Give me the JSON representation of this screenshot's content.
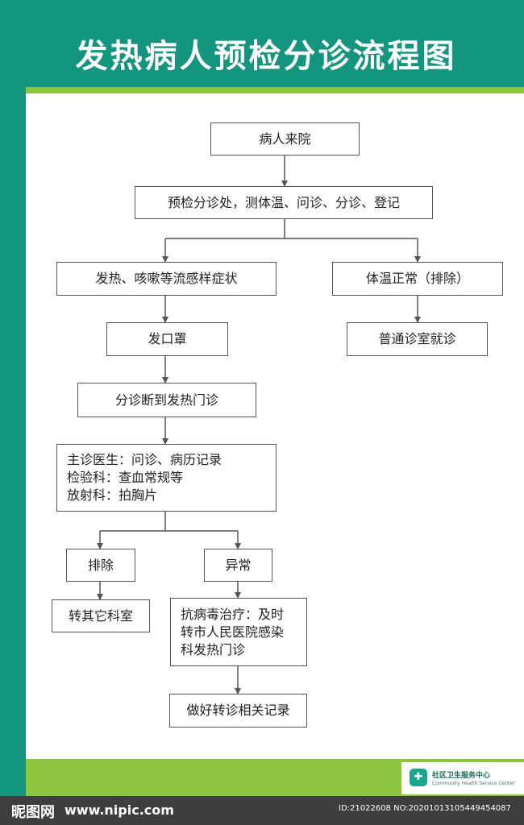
{
  "header": {
    "title": "发热病人预检分诊流程图"
  },
  "flow": {
    "arrive": "病人来院",
    "precheck": "预检分诊处，测体温、问诊、分诊、登记",
    "fever_symptoms": "发热、咳嗽等流感样症状",
    "normal_temp": "体温正常（排除）",
    "mask": "发口罩",
    "general_clinic": "普通诊室就诊",
    "to_fever_clinic": "分诊断到发热门诊",
    "doctor": "主诊医生：问诊、病历记录\n检验科：查血常规等\n放射科：拍胸片",
    "excluded": "排除",
    "abnormal": "异常",
    "other_dept": "转其它科室",
    "antiviral": "抗病毒治疗：及时\n转市人民医院感染\n科发热门诊",
    "record": "做好转诊相关记录"
  },
  "footer": {
    "org": "社区卫生服务中心",
    "org_en": "Community Health Service Center"
  },
  "watermark": {
    "logo": "昵图网",
    "site": "www.nipic.com",
    "id": "ID:21022608 NO:20201013105449454087"
  },
  "colors": {
    "teal": "#14957e",
    "lime": "#8cc63f",
    "line": "#555555"
  }
}
